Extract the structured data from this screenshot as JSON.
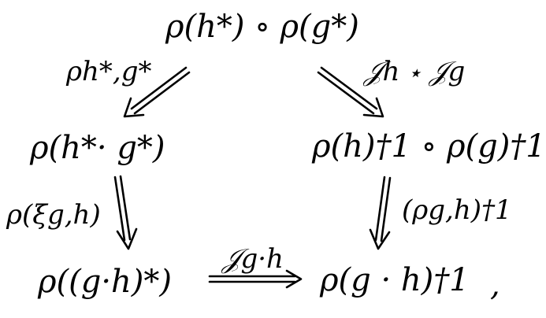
{
  "diagram": {
    "nodes": {
      "top": "ρ(h*) ∘ ρ(g*)",
      "mid_left": "ρ(h*· g*)",
      "mid_right": "ρ(h)†1 ∘ ρ(g)†1",
      "bottom_left": "ρ((g·h)*)",
      "bottom_right": "ρ(g · h)†1",
      "trailing_comma": ","
    },
    "arrow_labels": {
      "top_left": "ρh*,g*",
      "top_right": "𝒥h ⋆ 𝒥g",
      "left_vertical": "ρ(ξg,h)",
      "right_vertical": "(ρg,h)†1",
      "bottom": "𝒥g·h"
    }
  }
}
